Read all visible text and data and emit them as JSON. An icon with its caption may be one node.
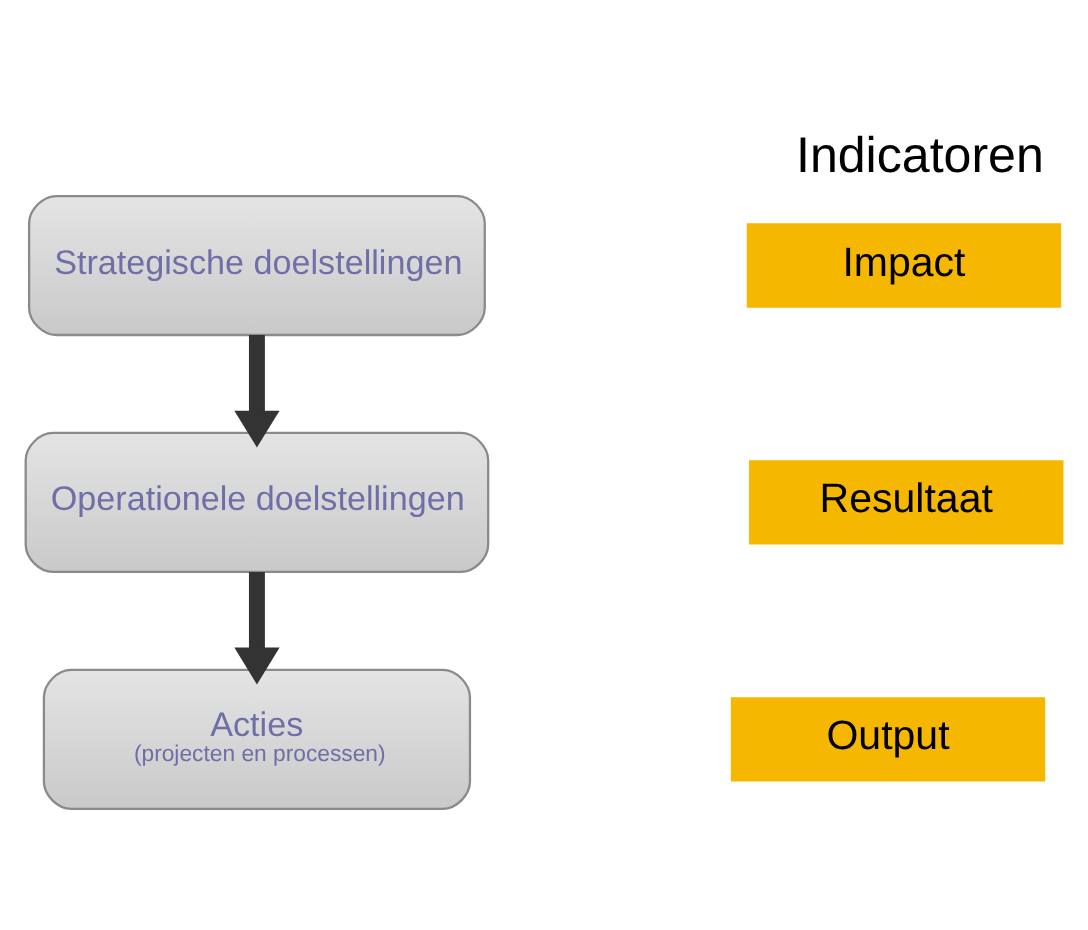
{
  "diagram": {
    "title": "Indicatoren",
    "nodes": [
      {
        "text": [
          "Strategische doelstellingen"
        ]
      },
      {
        "text": [
          "Operationele doelstellingen"
        ]
      },
      {
        "text": [
          "Acties",
          "(projecten en processen)"
        ]
      },
      {
        "text": [
          "Impact"
        ]
      },
      {
        "text": [
          "Resultaat"
        ]
      },
      {
        "text": [
          "Output"
        ]
      }
    ],
    "edges": [
      {
        "from": 0,
        "to": 1,
        "arrow": "to"
      },
      {
        "from": 1,
        "to": 2,
        "arrow": "to"
      }
    ]
  }
}
